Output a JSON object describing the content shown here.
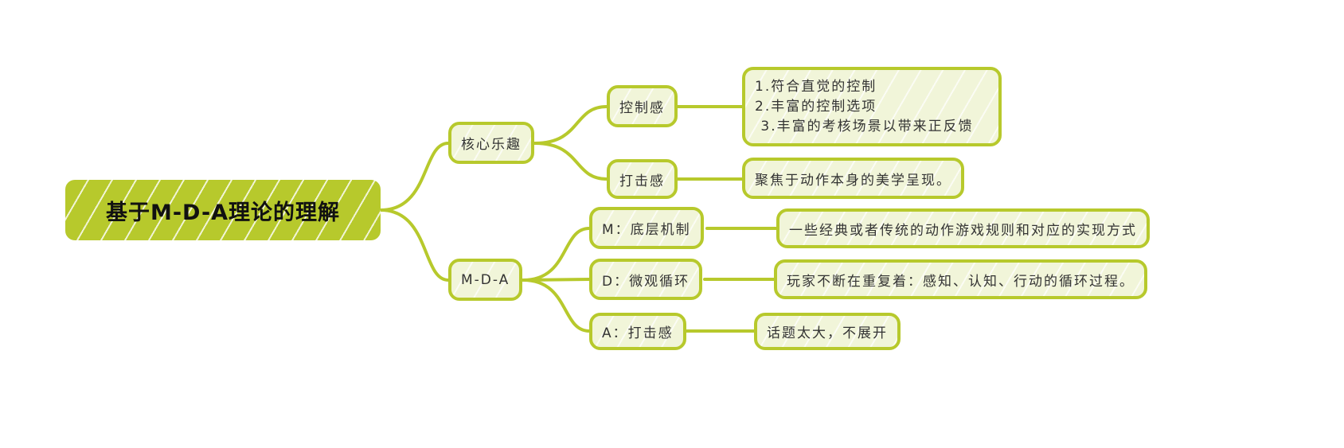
{
  "root": {
    "label": "基于M-D-A理论的理解"
  },
  "branches": [
    {
      "label": "核心乐趣",
      "children": [
        {
          "label": "控制感",
          "detail": [
            "1.符合直觉的控制",
            "2.丰富的控制选项",
            " 3.丰富的考核场景以带来正反馈"
          ]
        },
        {
          "label": "打击感",
          "detail": [
            "聚焦于动作本身的美学呈现。"
          ]
        }
      ]
    },
    {
      "label": "M-D-A",
      "children": [
        {
          "label": "M：底层机制",
          "detail": [
            "一些经典或者传统的动作游戏规则和对应的实现方式"
          ]
        },
        {
          "label": "D：微观循环",
          "detail": [
            "玩家不断在重复着：感知、认知、行动的循环过程。"
          ]
        },
        {
          "label": "A：打击感",
          "detail": [
            "话题太大，不展开"
          ]
        }
      ]
    }
  ],
  "colors": {
    "accent": "#b7c92c",
    "node_fill": "#f1f5d9",
    "text": "#333333"
  }
}
